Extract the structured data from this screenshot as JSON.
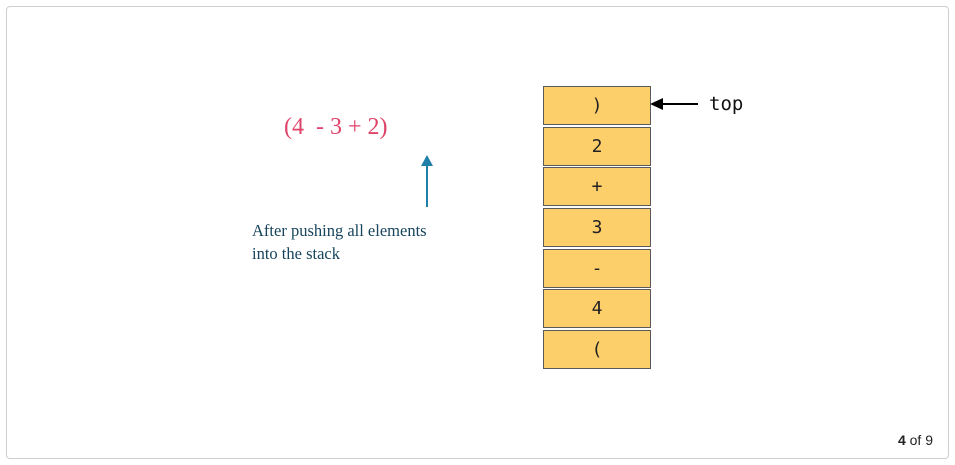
{
  "expression": "(4  - 3 + 2)",
  "caption": {
    "line1": "After pushing all elements",
    "line2": "into the stack"
  },
  "stack": {
    "cells": [
      ")",
      "2",
      "+",
      "3",
      "-",
      "4",
      "("
    ],
    "top_label": "top",
    "fill_color": "#fdcf6a"
  },
  "colors": {
    "expression": "#e0446a",
    "pointer_arrow": "#1f7fa8",
    "caption": "#17445c"
  },
  "slide_counter": {
    "current": "4",
    "of_label": "of",
    "total": "9"
  }
}
